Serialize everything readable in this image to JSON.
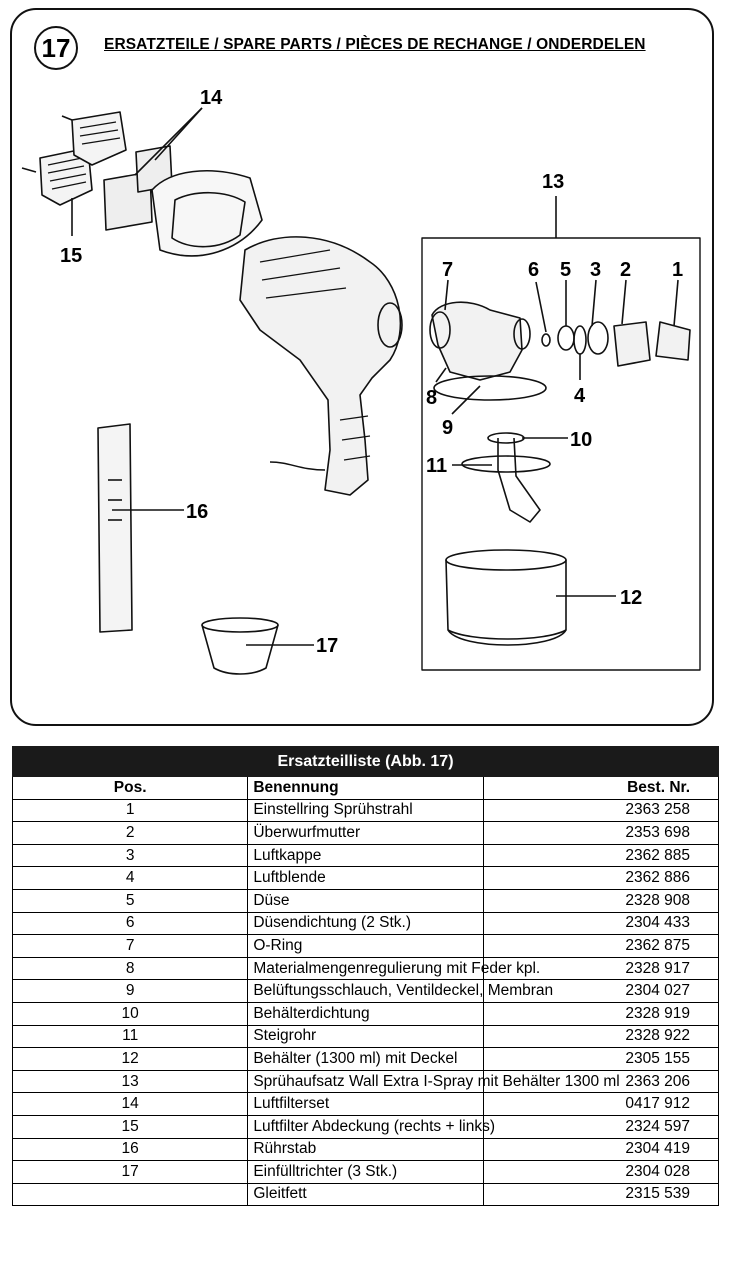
{
  "figure": {
    "number": "17",
    "title": "ERSATZTEILE / SPARE PARTS / PIÈCES DE RECHANGE / ONDERDELEN",
    "callouts": [
      "1",
      "2",
      "3",
      "4",
      "5",
      "6",
      "7",
      "8",
      "9",
      "10",
      "11",
      "12",
      "13",
      "14",
      "15",
      "16",
      "17"
    ]
  },
  "table": {
    "title": "Ersatzteilliste (Abb. 17)",
    "headers": {
      "pos": "Pos.",
      "name": "Benennung",
      "number": "Best. Nr."
    },
    "rows": [
      {
        "pos": "1",
        "name": "Einstellring Sprühstrahl",
        "number": "2363 258"
      },
      {
        "pos": "2",
        "name": "Überwurfmutter",
        "number": "2353 698"
      },
      {
        "pos": "3",
        "name": "Luftkappe",
        "number": "2362 885"
      },
      {
        "pos": "4",
        "name": "Luftblende",
        "number": "2362 886"
      },
      {
        "pos": "5",
        "name": "Düse",
        "number": "2328 908"
      },
      {
        "pos": "6",
        "name": "Düsendichtung (2 Stk.)",
        "number": "2304 433"
      },
      {
        "pos": "7",
        "name": "O-Ring",
        "number": "2362 875"
      },
      {
        "pos": "8",
        "name": "Materialmengenregulierung mit Feder kpl.",
        "number": "2328 917"
      },
      {
        "pos": "9",
        "name": "Belüftungsschlauch, Ventildeckel, Membran",
        "number": "2304 027"
      },
      {
        "pos": "10",
        "name": "Behälterdichtung",
        "number": "2328 919"
      },
      {
        "pos": "11",
        "name": "Steigrohr",
        "number": "2328 922"
      },
      {
        "pos": "12",
        "name": "Behälter (1300 ml) mit Deckel",
        "number": "2305 155"
      },
      {
        "pos": "13",
        "name": "Sprühaufsatz Wall Extra I-Spray mit Behälter 1300 ml",
        "number": "2363 206"
      },
      {
        "pos": "14",
        "name": "Luftfilterset",
        "number": "0417 912"
      },
      {
        "pos": "15",
        "name": "Luftfilter Abdeckung (rechts + links)",
        "number": "2324 597"
      },
      {
        "pos": "16",
        "name": "Rührstab",
        "number": "2304 419"
      },
      {
        "pos": "17",
        "name": "Einfülltrichter (3 Stk.)",
        "number": "2304 028"
      },
      {
        "pos": "",
        "name": "Gleitfett",
        "number": "2315 539"
      }
    ]
  }
}
